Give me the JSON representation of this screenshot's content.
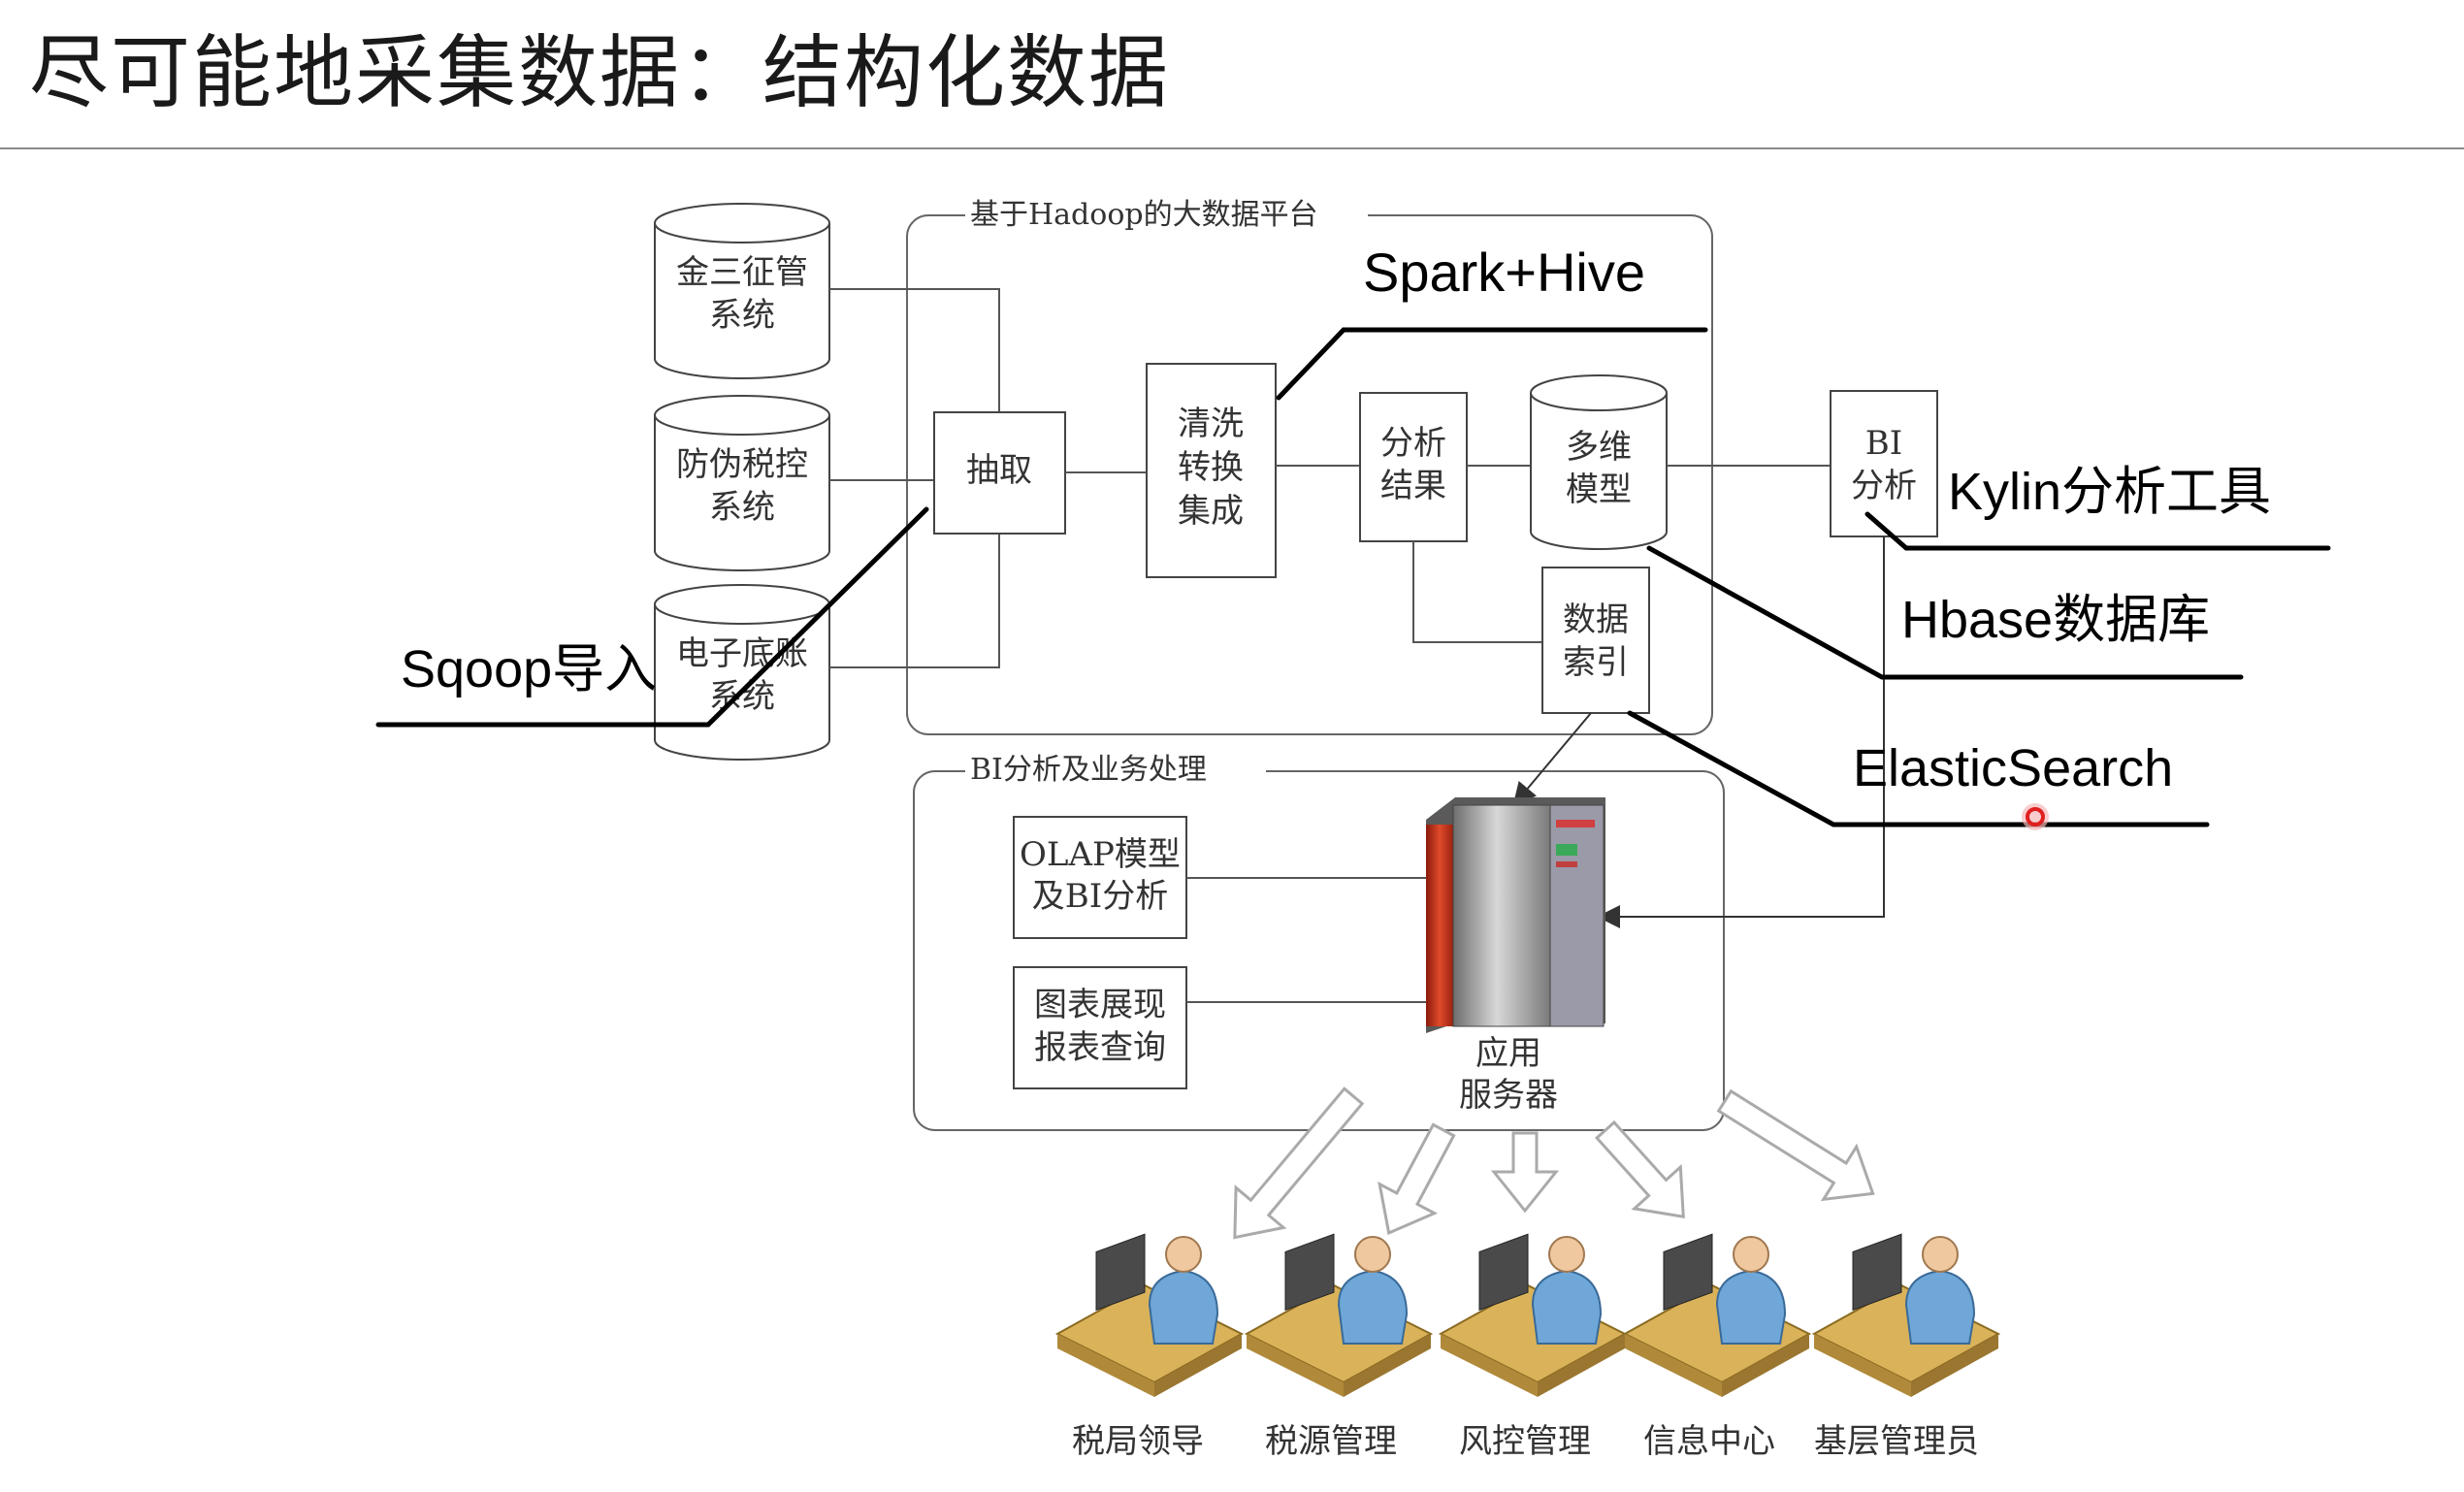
{
  "slide": {
    "title": "尽可能地采集数据：结构化数据"
  },
  "hadoop_group": {
    "label": "基于Hadoop的大数据平台"
  },
  "bi_group": {
    "label": "BI分析及业务处理"
  },
  "sources": [
    {
      "line1": "金三征管",
      "line2": "系统"
    },
    {
      "line1": "防伪税控",
      "line2": "系统"
    },
    {
      "line1": "电子底账",
      "line2": "系统"
    }
  ],
  "nodes": {
    "extract": "抽取",
    "clean": [
      "清洗",
      "转换",
      "集成"
    ],
    "result": [
      "分析",
      "结果"
    ],
    "olap_model": [
      "多维",
      "模型"
    ],
    "data_index": [
      "数据",
      "索引"
    ],
    "bi_box": [
      "BI",
      "分析"
    ],
    "olap_bi": [
      "OLAP模型",
      "及BI分析"
    ],
    "charts": [
      "图表展现",
      "报表查询"
    ],
    "server": [
      "应用",
      "服务器"
    ]
  },
  "annotations": {
    "spark_hive": "Spark+Hive",
    "kylin": "Kylin分析工具",
    "hbase": "Hbase数据库",
    "elasticsearch": "ElasticSearch",
    "sqoop": "Sqoop导入"
  },
  "users": [
    "税局领导",
    "税源管理",
    "风控管理",
    "信息中心",
    "基层管理员"
  ],
  "colors": {
    "line": "#555555",
    "annotation": "#000000",
    "server_red": "#c8341e",
    "server_gray": "#8c8c8c",
    "desk": "#d9b25a",
    "person": "#6fa8d8"
  }
}
